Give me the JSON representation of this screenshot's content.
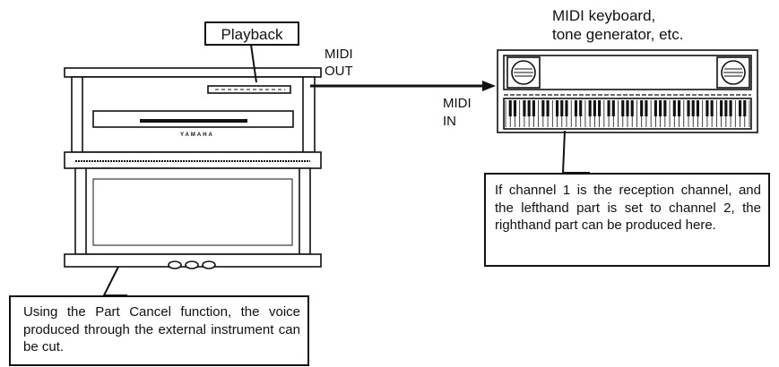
{
  "labels": {
    "playback": "Playback",
    "midi_out_line1": "MIDI",
    "midi_out_line2": "OUT",
    "midi_in_line1": "MIDI",
    "midi_in_line2": "IN",
    "keyboard_title_line1": "MIDI keyboard,",
    "keyboard_title_line2": "tone generator, etc.",
    "piano_brand": "YAMAHA"
  },
  "callouts": {
    "channel_note": "If channel 1 is the reception channel, and the lefthand part is set to channel 2, the righthand part can be produced here.",
    "part_cancel_note": "Using the Part Cancel function, the voice produced through the external instrument can be cut."
  }
}
